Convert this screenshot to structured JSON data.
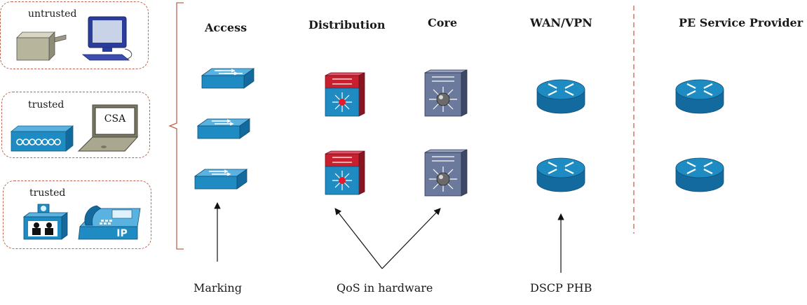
{
  "endpoints": {
    "zones": [
      {
        "label": "untrusted",
        "devices": [
          "printer-icon",
          "workstation-icon"
        ]
      },
      {
        "label": "trusted",
        "devices": [
          "voice-gateway-icon",
          "laptop-icon"
        ],
        "laptop_label": "CSA"
      },
      {
        "label": "trusted",
        "devices": [
          "video-camera-icon",
          "ip-phone-icon"
        ],
        "phone_label": "IP"
      }
    ]
  },
  "columns": {
    "access": "Access",
    "distribution": "Distribution",
    "core": "Core",
    "wan": "WAN/VPN",
    "provider": "PE Service Provider"
  },
  "annotations": {
    "marking": "Marking",
    "qos": "QoS in hardware",
    "dscp": "DSCP PHB"
  },
  "colors": {
    "zone_border": "#c0654a",
    "device_blue": "#1e8bc3",
    "device_red": "#c8202e",
    "core_gray": "#6b7a9c"
  }
}
